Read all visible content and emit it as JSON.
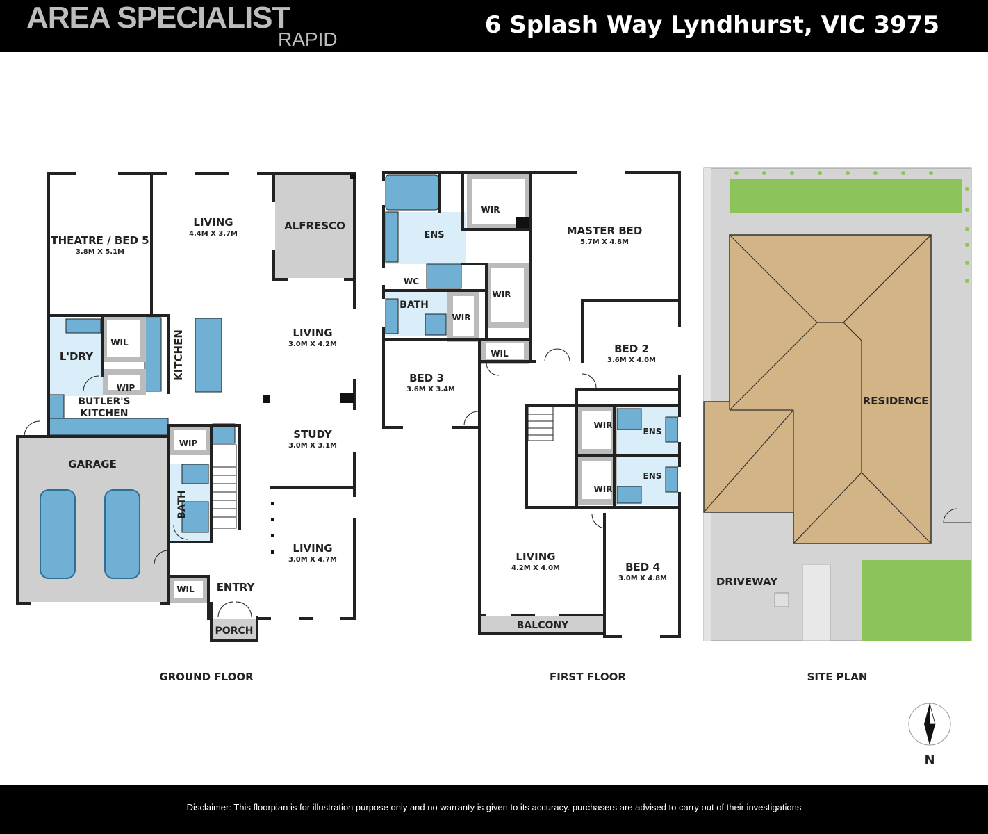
{
  "header": {
    "brand": "AREA SPECIALIST",
    "brand_sub": "RAPID",
    "address": "6 Splash Way Lyndhurst, VIC 3975"
  },
  "ground_floor": {
    "title": "GROUND FLOOR",
    "rooms": {
      "theatre": {
        "name": "THEATRE / BED 5",
        "dim": "3.8M X 5.1M"
      },
      "living1": {
        "name": "LIVING",
        "dim": "4.4M X 3.7M"
      },
      "alfresco": {
        "name": "ALFRESCO"
      },
      "living2": {
        "name": "LIVING",
        "dim": "3.0M X 4.2M"
      },
      "laundry": {
        "name": "L'DRY"
      },
      "wil1": {
        "name": "WIL"
      },
      "kitchen": {
        "name": "KITCHEN"
      },
      "wip1": {
        "name": "WIP"
      },
      "butlers": {
        "name": "BUTLER'S",
        "name2": "KITCHEN"
      },
      "study": {
        "name": "STUDY",
        "dim": "3.0M X 3.1M"
      },
      "garage": {
        "name": "GARAGE"
      },
      "wip2": {
        "name": "WIP"
      },
      "bath": {
        "name": "BATH"
      },
      "living3": {
        "name": "LIVING",
        "dim": "3.0M X 4.7M"
      },
      "wil2": {
        "name": "WIL"
      },
      "entry": {
        "name": "ENTRY"
      },
      "porch": {
        "name": "PORCH"
      }
    }
  },
  "first_floor": {
    "title": "FIRST FLOOR",
    "rooms": {
      "ens1": {
        "name": "ENS"
      },
      "wir1": {
        "name": "WIR"
      },
      "master": {
        "name": "MASTER BED",
        "dim": "5.7M X 4.8M"
      },
      "wc": {
        "name": "WC"
      },
      "wir2": {
        "name": "WIR"
      },
      "bath": {
        "name": "BATH"
      },
      "wir3": {
        "name": "WIR"
      },
      "wil": {
        "name": "WIL"
      },
      "bed3": {
        "name": "BED 3",
        "dim": "3.6M X 3.4M"
      },
      "bed2": {
        "name": "BED 2",
        "dim": "3.6M X 4.0M"
      },
      "wir4": {
        "name": "WIR"
      },
      "ens2": {
        "name": "ENS"
      },
      "wir5": {
        "name": "WIR"
      },
      "ens3": {
        "name": "ENS"
      },
      "living": {
        "name": "LIVING",
        "dim": "4.2M X 4.0M"
      },
      "bed4": {
        "name": "BED 4",
        "dim": "3.0M X 4.8M"
      },
      "balcony": {
        "name": "BALCONY"
      }
    }
  },
  "site_plan": {
    "title": "SITE PLAN",
    "residence": "RESIDENCE",
    "driveway": "DRIVEWAY"
  },
  "compass": {
    "label": "N"
  },
  "footer": {
    "disclaimer": "Disclaimer: This floorplan is for illustration purpose only and no warranty is given to its accuracy. purchasers are advised to carry out of their investigations"
  },
  "colors": {
    "wall": "#222222",
    "wet_area": "#d9eef8",
    "fixture": "#6fb0d4",
    "outdoor_grey": "#cfcfcf",
    "roof": "#d2b487",
    "lawn": "#8cc35a",
    "site_grey": "#d4d4d4"
  }
}
